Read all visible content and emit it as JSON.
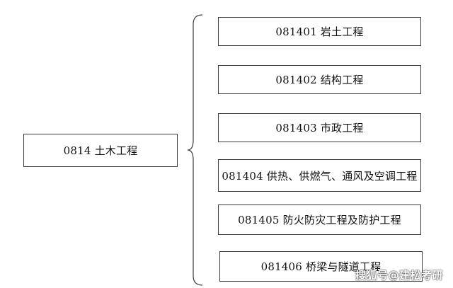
{
  "root": {
    "label": "0814 土木工程"
  },
  "children": [
    {
      "label": "081401 岩土工程"
    },
    {
      "label": "081402 结构工程"
    },
    {
      "label": "081403 市政工程"
    },
    {
      "label": "081404 供热、供燃气、通风及空调工程"
    },
    {
      "label": "081405 防火防灾工程及防护工程"
    },
    {
      "label": "081406 桥梁与隧道工程"
    }
  ],
  "watermark": {
    "text": "搜狐号@建松考研"
  },
  "colors": {
    "border": "#3a3a3a",
    "text": "#111111",
    "background": "#ffffff"
  }
}
